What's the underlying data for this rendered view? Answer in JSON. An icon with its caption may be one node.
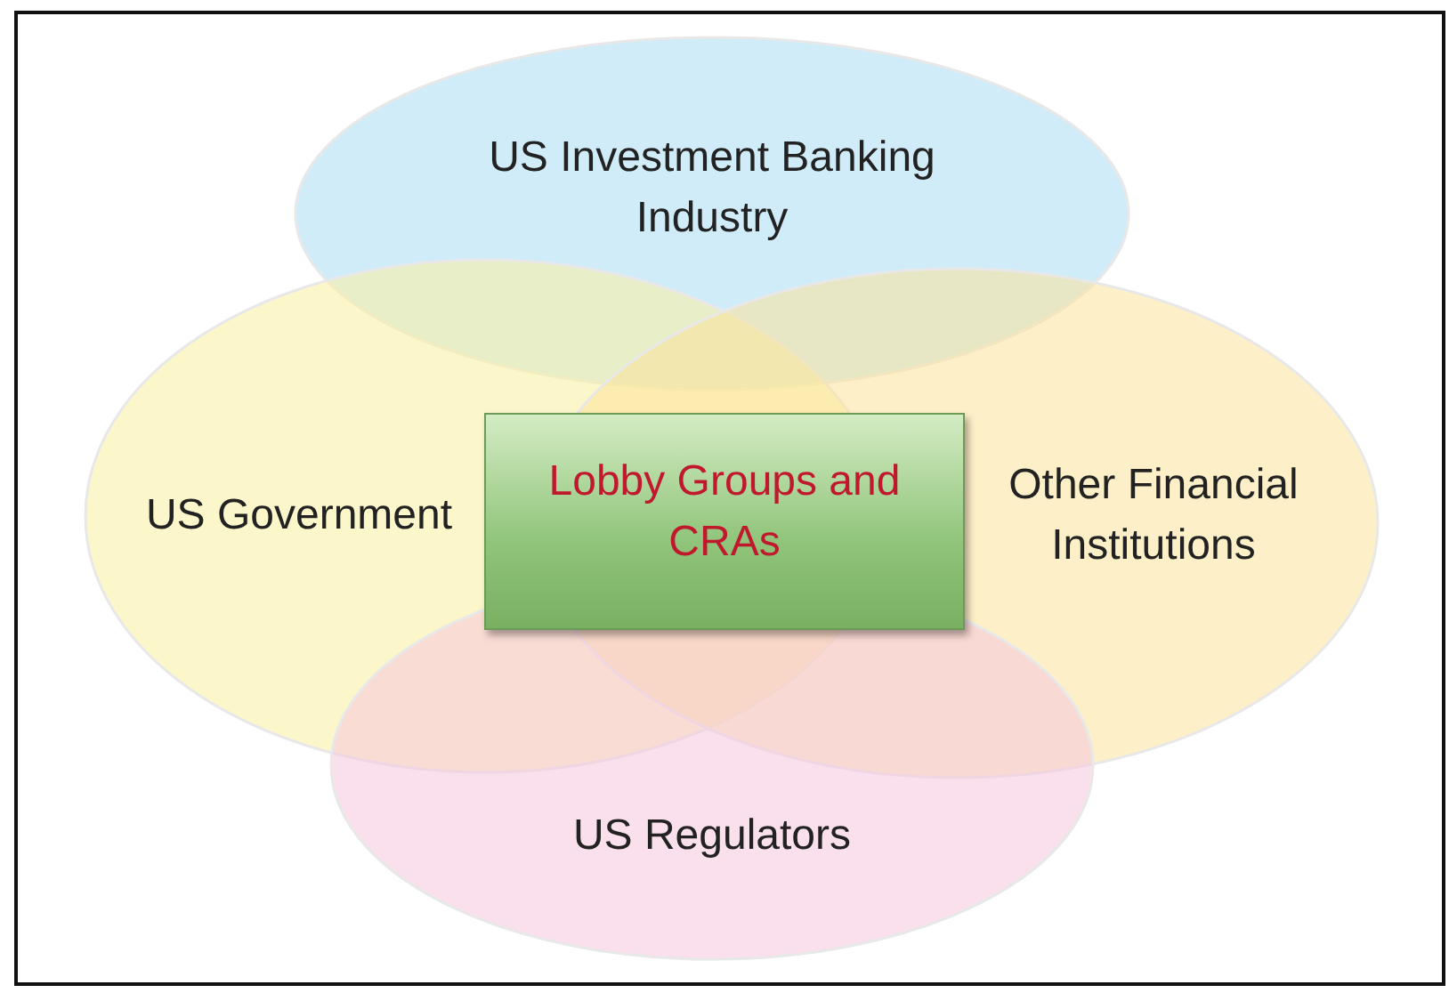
{
  "diagram": {
    "nodes": [
      {
        "text": [
          "US Investment Banking Industry"
        ]
      },
      {
        "text": [
          "US Government"
        ]
      },
      {
        "text": [
          "Other Financial Institutions"
        ]
      },
      {
        "text": [
          "US Regulators"
        ]
      },
      {
        "text": [
          "Lobby Groups and CRAs"
        ]
      }
    ]
  }
}
